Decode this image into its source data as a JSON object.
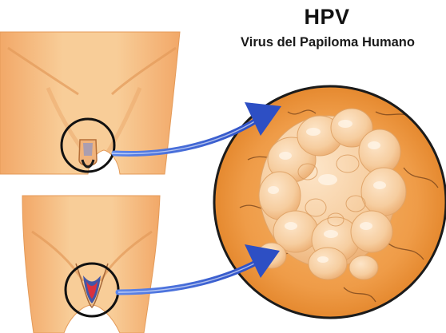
{
  "header": {
    "title": "HPV",
    "subtitle": "Virus del Papiloma Humano"
  },
  "figures": [
    {
      "subject": "male-lower-torso"
    },
    {
      "subject": "female-lower-torso"
    }
  ],
  "colors": {
    "skin": "#f6c48a",
    "skin_shadow": "#e79a5a",
    "arrow": "#2f55c9",
    "magnifier_bg": "#ee9c46",
    "growth": "#f7d3ac",
    "outline": "#111111"
  }
}
